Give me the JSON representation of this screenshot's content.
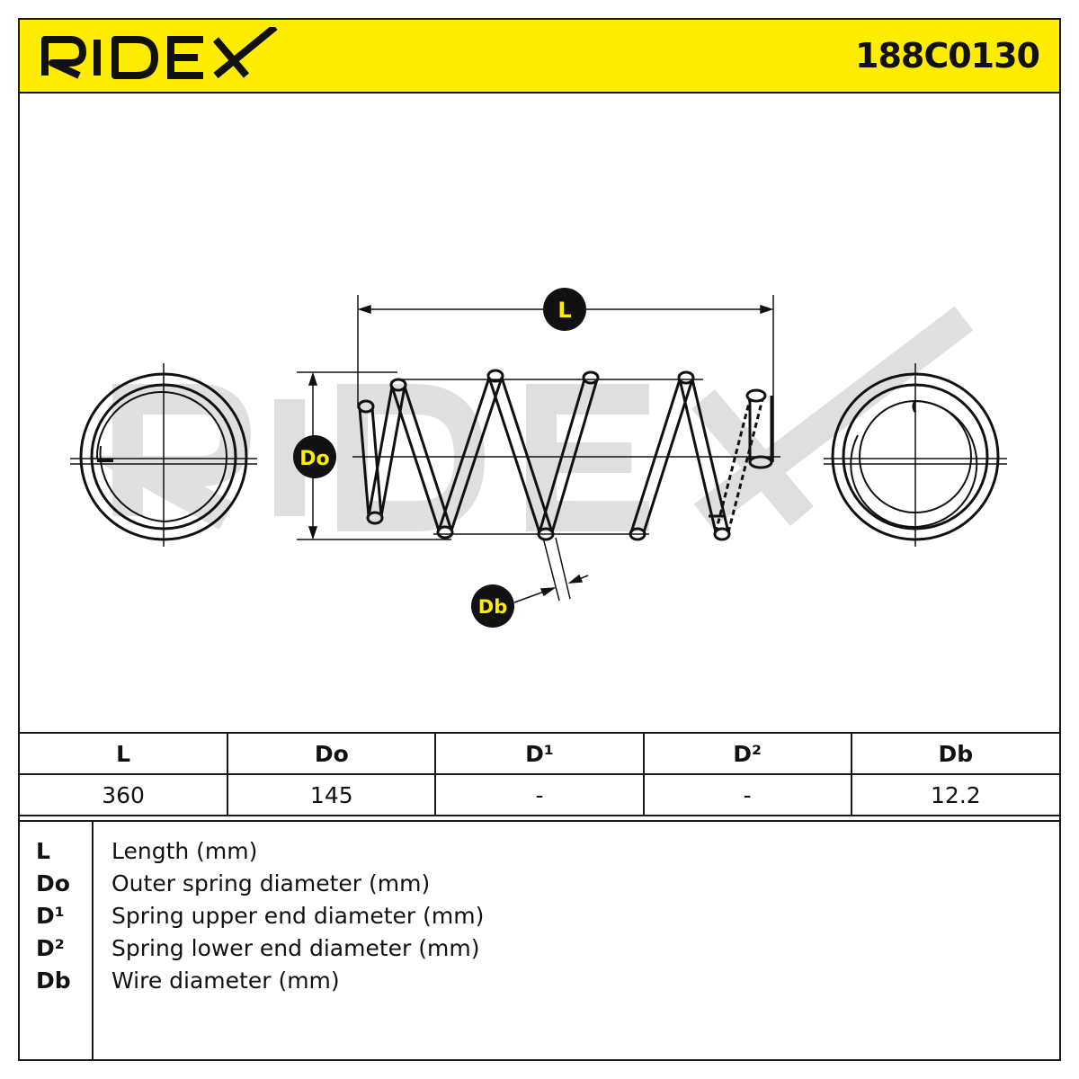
{
  "header": {
    "brand": "RIDEX",
    "part_number": "188C0130",
    "brand_color": "#ffed00"
  },
  "drawing": {
    "callouts": {
      "length": "L",
      "outer_diameter": "Do",
      "wire_diameter": "Db"
    },
    "watermark": "RIDEX"
  },
  "specs": {
    "headers": [
      "L",
      "Do",
      "D¹",
      "D²",
      "Db"
    ],
    "values": [
      "360",
      "145",
      "-",
      "-",
      "12.2"
    ]
  },
  "legend": [
    {
      "key": "L",
      "desc": "Length (mm)"
    },
    {
      "key": "Do",
      "desc": "Outer spring diameter (mm)"
    },
    {
      "key": "D¹",
      "desc": "Spring upper end diameter (mm)"
    },
    {
      "key": "D²",
      "desc": "Spring lower end diameter (mm)"
    },
    {
      "key": "Db",
      "desc": "Wire diameter (mm)"
    }
  ]
}
